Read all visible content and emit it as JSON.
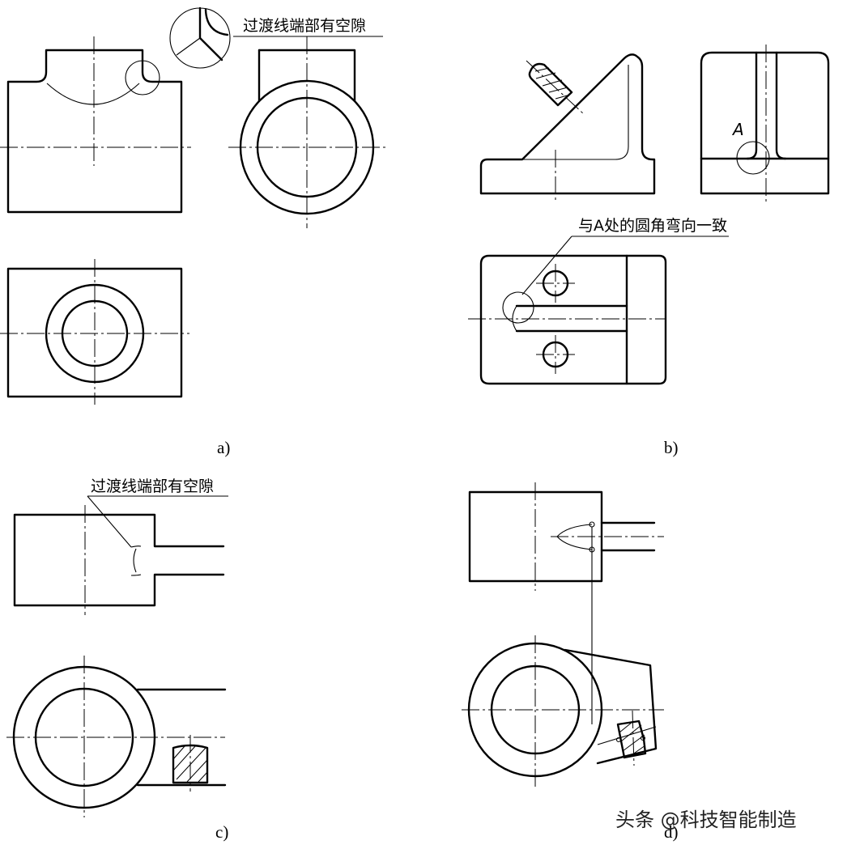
{
  "figure_a": {
    "note": "过渡线端部有空隙",
    "caption": "a)"
  },
  "figure_b": {
    "label_a": "A",
    "note": "与A处的圆角弯向一致",
    "caption": "b)"
  },
  "figure_c": {
    "note": "过渡线端部有空隙",
    "caption": "c)"
  },
  "figure_d": {
    "caption": "d)"
  },
  "watermark": {
    "text": "头条 @科技智能制造"
  }
}
